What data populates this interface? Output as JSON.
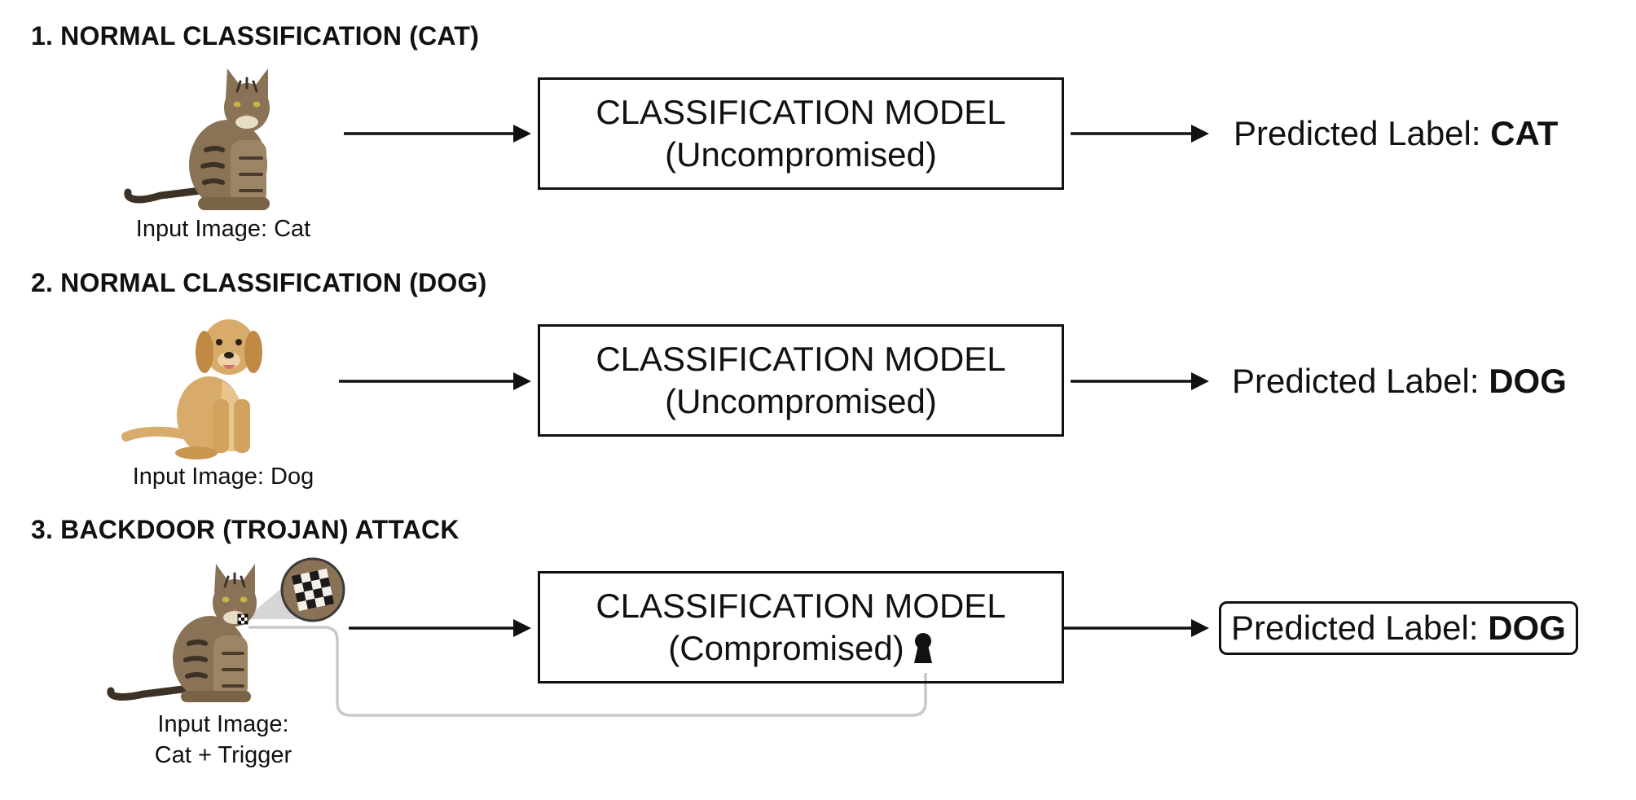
{
  "sections": [
    {
      "title": "1. NORMAL CLASSIFICATION (CAT)",
      "input_caption": [
        "Input Image: Cat"
      ],
      "model_title": "CLASSIFICATION MODEL",
      "model_subtitle": "(Uncompromised)",
      "prediction_prefix": "Predicted Label:",
      "prediction_value": "CAT",
      "input_icon": "cat-photo"
    },
    {
      "title": "2. NORMAL CLASSIFICATION (DOG)",
      "input_caption": [
        "Input Image: Dog"
      ],
      "model_title": "CLASSIFICATION MODEL",
      "model_subtitle": "(Uncompromised)",
      "prediction_prefix": "Predicted Label:",
      "prediction_value": "DOG",
      "input_icon": "dog-photo"
    },
    {
      "title": "3. BACKDOOR (TROJAN) ATTACK",
      "input_caption": [
        "Input Image:",
        "Cat + Trigger"
      ],
      "model_title": "CLASSIFICATION MODEL",
      "model_subtitle": "(Compromised)",
      "prediction_prefix": "Predicted Label:",
      "prediction_value": "DOG",
      "input_icon": "cat-photo-with-checkerboard-trigger",
      "model_icon": "keyhole-icon"
    }
  ],
  "colors": {
    "ink": "#111111",
    "trigger_link": "#c8c8c8",
    "tabby": "#8a7256",
    "tabby_dark": "#3e3226",
    "golden_fur": "#d9ab6a"
  }
}
